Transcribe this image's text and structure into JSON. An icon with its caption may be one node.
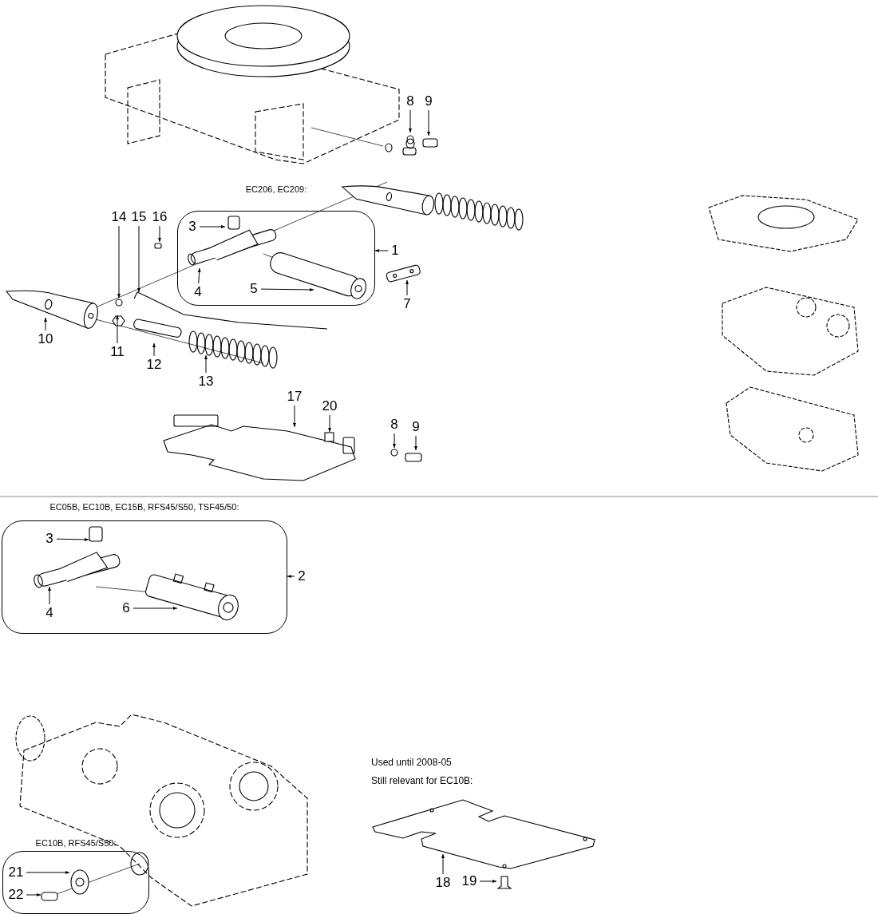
{
  "diagram": {
    "nodes": [
      {
        "text": [
          "8"
        ]
      },
      {
        "text": [
          "9"
        ]
      },
      {
        "text": [
          "EC206, EC209:"
        ]
      },
      {
        "text": [
          "3"
        ],
        "in": 2
      },
      {
        "text": [
          "4"
        ],
        "in": 2
      },
      {
        "text": [
          "5"
        ],
        "in": 2
      },
      {
        "text": [
          "1"
        ]
      },
      {
        "text": [
          "7"
        ]
      },
      {
        "text": [
          "14"
        ]
      },
      {
        "text": [
          "15"
        ]
      },
      {
        "text": [
          "16"
        ]
      },
      {
        "text": [
          "10"
        ]
      },
      {
        "text": [
          "11"
        ]
      },
      {
        "text": [
          "12"
        ]
      },
      {
        "text": [
          "13"
        ]
      },
      {
        "text": [
          "17"
        ]
      },
      {
        "text": [
          "20"
        ]
      },
      {
        "text": [
          "8"
        ]
      },
      {
        "text": [
          "9"
        ]
      },
      {
        "text": [
          "EC05B, EC10B, EC15B, RFS45/S50, TSF45/50:"
        ]
      },
      {
        "text": [
          "3"
        ],
        "in": 19
      },
      {
        "text": [
          "4"
        ],
        "in": 19
      },
      {
        "text": [
          "6"
        ],
        "in": 19
      },
      {
        "text": [
          "2"
        ]
      },
      {
        "text": [
          "EC10B, RFS45/S50:"
        ]
      },
      {
        "text": [
          "21"
        ],
        "in": 24
      },
      {
        "text": [
          "22"
        ],
        "in": 24
      },
      {
        "text": [
          "18"
        ]
      },
      {
        "text": [
          "19"
        ]
      },
      {
        "text": [],
        "shape": "picture"
      }
    ],
    "edges": [
      {
        "from": 0,
        "to": null,
        "arrow": "to"
      },
      {
        "from": 1,
        "to": null,
        "arrow": "to"
      },
      {
        "from": 3,
        "to": null,
        "arrow": "to"
      },
      {
        "from": 4,
        "to": null,
        "arrow": "to"
      },
      {
        "from": 5,
        "to": null,
        "arrow": "to"
      },
      {
        "from": 6,
        "to": 2,
        "arrow": "to"
      },
      {
        "from": 7,
        "to": null,
        "arrow": "to"
      },
      {
        "from": 8,
        "to": null,
        "arrow": "to"
      },
      {
        "from": 9,
        "to": null,
        "arrow": "to"
      },
      {
        "from": 10,
        "to": null,
        "arrow": "to"
      },
      {
        "from": 11,
        "to": null,
        "arrow": "to"
      },
      {
        "from": 12,
        "to": null,
        "arrow": "to"
      },
      {
        "from": 13,
        "to": null,
        "arrow": "to"
      },
      {
        "from": 14,
        "to": 29,
        "arrow": "to"
      },
      {
        "from": 15,
        "to": null,
        "arrow": "to"
      },
      {
        "from": 16,
        "to": null,
        "arrow": "to"
      },
      {
        "from": 17,
        "to": null,
        "arrow": "to"
      },
      {
        "from": 18,
        "to": null,
        "arrow": "to"
      },
      {
        "from": 20,
        "to": null,
        "arrow": "to"
      },
      {
        "from": 21,
        "to": null,
        "arrow": "to"
      },
      {
        "from": 22,
        "to": null,
        "arrow": "to"
      },
      {
        "from": 23,
        "to": 19,
        "arrow": "to"
      },
      {
        "from": 25,
        "to": null,
        "arrow": "to"
      },
      {
        "from": 26,
        "to": null,
        "arrow": "to"
      },
      {
        "from": 27,
        "to": null,
        "arrow": "to"
      },
      {
        "from": 28,
        "to": null,
        "arrow": "to"
      }
    ],
    "labels": [
      "Used until 2008-05",
      "Still relevant for EC10B:"
    ]
  }
}
